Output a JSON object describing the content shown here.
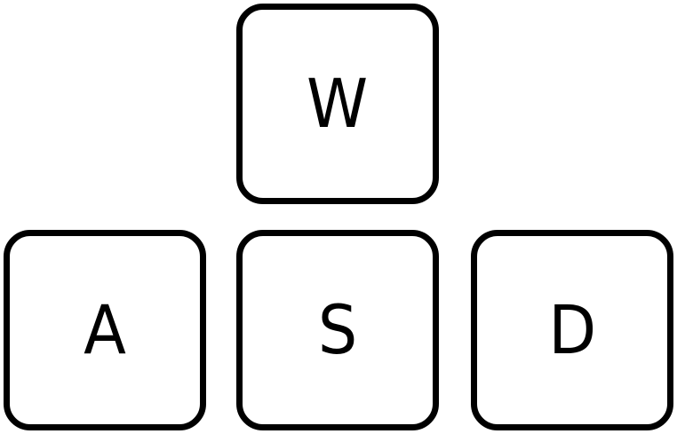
{
  "keys": {
    "w": {
      "label": "W"
    },
    "a": {
      "label": "A"
    },
    "s": {
      "label": "S"
    },
    "d": {
      "label": "D"
    }
  }
}
